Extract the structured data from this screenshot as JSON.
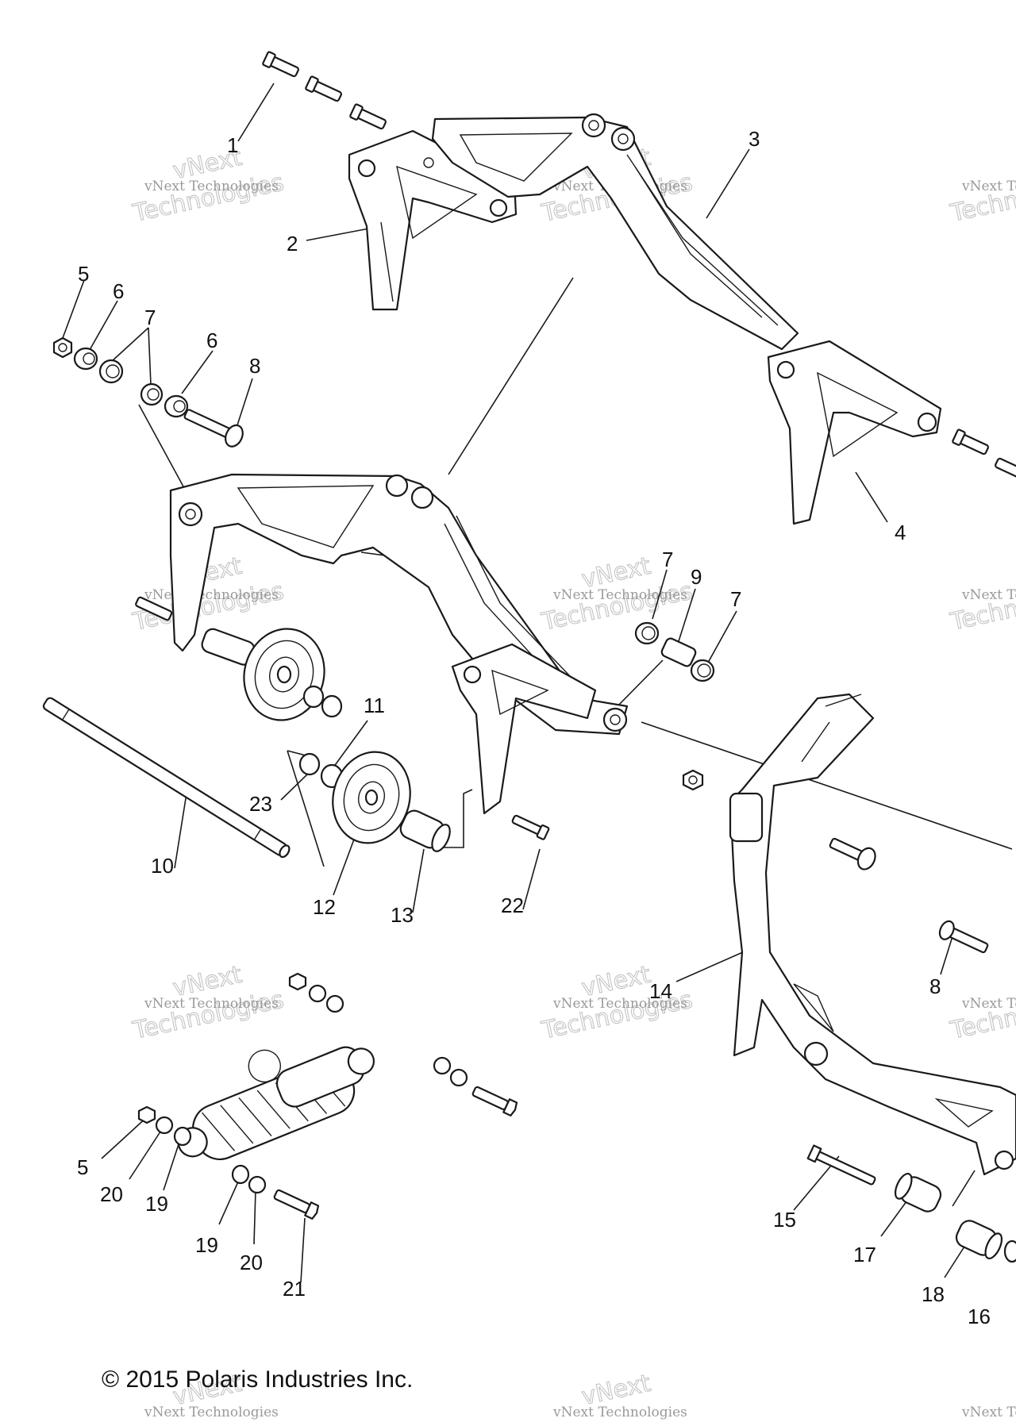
{
  "callouts": [
    {
      "id": "c1",
      "text": "1"
    },
    {
      "id": "c2",
      "text": "2"
    },
    {
      "id": "c3",
      "text": "3"
    },
    {
      "id": "c4",
      "text": "4"
    },
    {
      "id": "c5a",
      "text": "5"
    },
    {
      "id": "c6a",
      "text": "6"
    },
    {
      "id": "c7a",
      "text": "7"
    },
    {
      "id": "c6b",
      "text": "6"
    },
    {
      "id": "c8a",
      "text": "8"
    },
    {
      "id": "c7b",
      "text": "7"
    },
    {
      "id": "c9",
      "text": "9"
    },
    {
      "id": "c7c",
      "text": "7"
    },
    {
      "id": "c11",
      "text": "11"
    },
    {
      "id": "c23",
      "text": "23"
    },
    {
      "id": "c10",
      "text": "10"
    },
    {
      "id": "c12",
      "text": "12"
    },
    {
      "id": "c13",
      "text": "13"
    },
    {
      "id": "c22",
      "text": "22"
    },
    {
      "id": "c14",
      "text": "14"
    },
    {
      "id": "c8b",
      "text": "8"
    },
    {
      "id": "c5b",
      "text": "5"
    },
    {
      "id": "c20a",
      "text": "20"
    },
    {
      "id": "c19a",
      "text": "19"
    },
    {
      "id": "c19b",
      "text": "19"
    },
    {
      "id": "c20b",
      "text": "20"
    },
    {
      "id": "c21",
      "text": "21"
    },
    {
      "id": "c15",
      "text": "15"
    },
    {
      "id": "c17",
      "text": "17"
    },
    {
      "id": "c18",
      "text": "18"
    },
    {
      "id": "c16",
      "text": "16"
    }
  ],
  "watermark": {
    "line1": "vNext Technologies",
    "line2": "Technologies",
    "line3": "vNext"
  },
  "copyright": "© 2015 Polaris Industries Inc."
}
